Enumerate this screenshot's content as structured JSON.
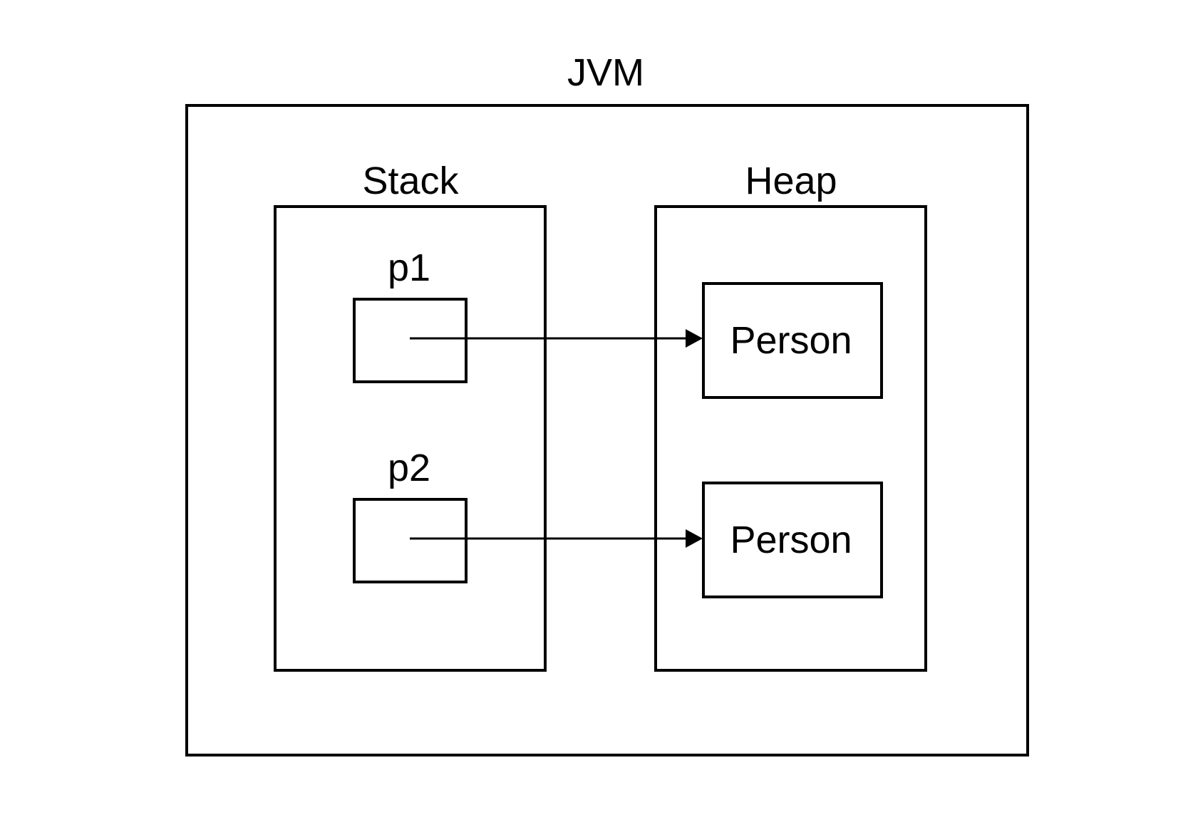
{
  "diagram": {
    "jvm_label": "JVM",
    "stack": {
      "label": "Stack",
      "variables": [
        {
          "label": "p1"
        },
        {
          "label": "p2"
        }
      ]
    },
    "heap": {
      "label": "Heap",
      "objects": [
        {
          "label": "Person"
        },
        {
          "label": "Person"
        }
      ]
    },
    "references": [
      {
        "from": "p1",
        "to": "heap-object-1"
      },
      {
        "from": "p2",
        "to": "heap-object-2"
      }
    ],
    "colors": {
      "stroke": "#000000",
      "background": "#ffffff"
    }
  }
}
